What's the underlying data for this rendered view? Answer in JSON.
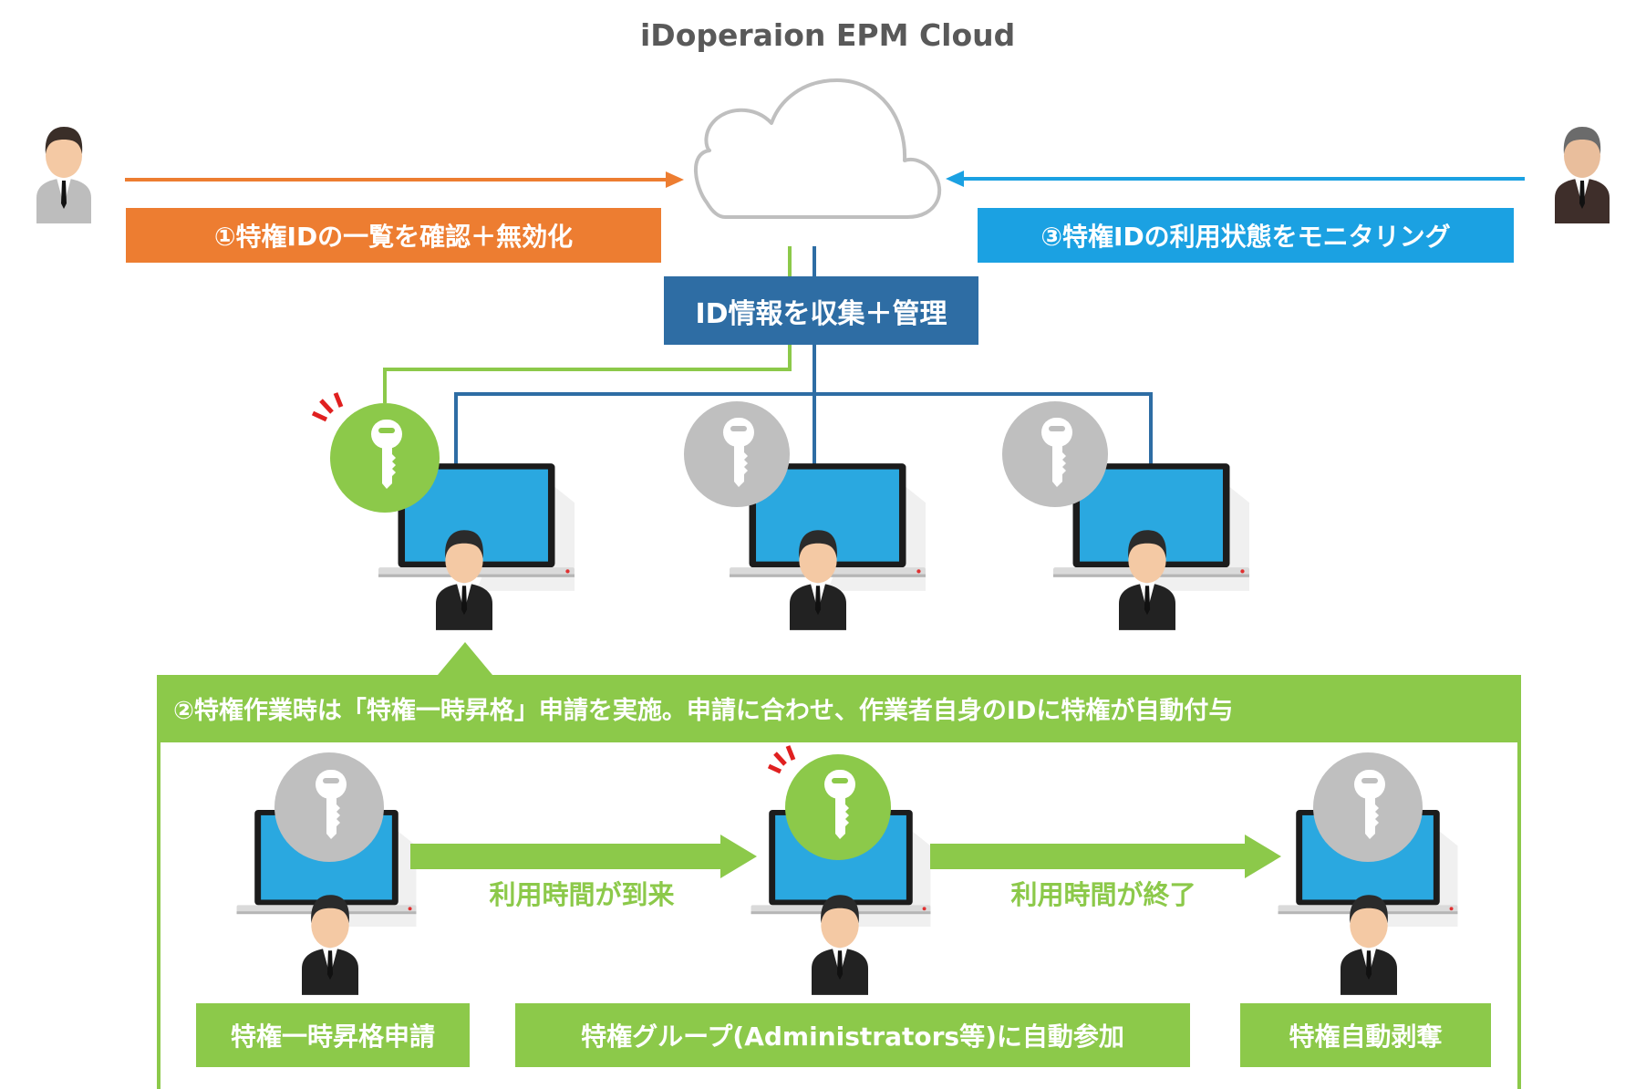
{
  "title": "iDoperaion EPM Cloud",
  "admin_left_label": "①特権IDの一覧を確認＋無効化",
  "admin_right_label": "③特権IDの利用状態をモニタリング",
  "collect_label": "ID情報を収集＋管理",
  "workflow_heading": "②特権作業時は「特権一時昇格」申請を実施。申請に合わせ、作業者自身のIDに特権が自動付与",
  "arrow1_label": "利用時間が到来",
  "arrow2_label": "利用時間が終了",
  "step1_label": "特権一時昇格申請",
  "step2_label": "特権グループ(Administrators等)に自動参加",
  "step3_label": "特権自動剥奪",
  "colors": {
    "orange": "#ED7D31",
    "light_blue": "#1BA1E2",
    "navy": "#2E6DA4",
    "green": "#8CC94A",
    "key_gray": "#BFBFBF",
    "screen": "#2AA8E0",
    "title_gray": "#595959"
  },
  "icons": [
    "person-icon",
    "cloud-icon",
    "laptop-icon",
    "key-icon",
    "alert-mark-icon",
    "arrow-icon"
  ]
}
